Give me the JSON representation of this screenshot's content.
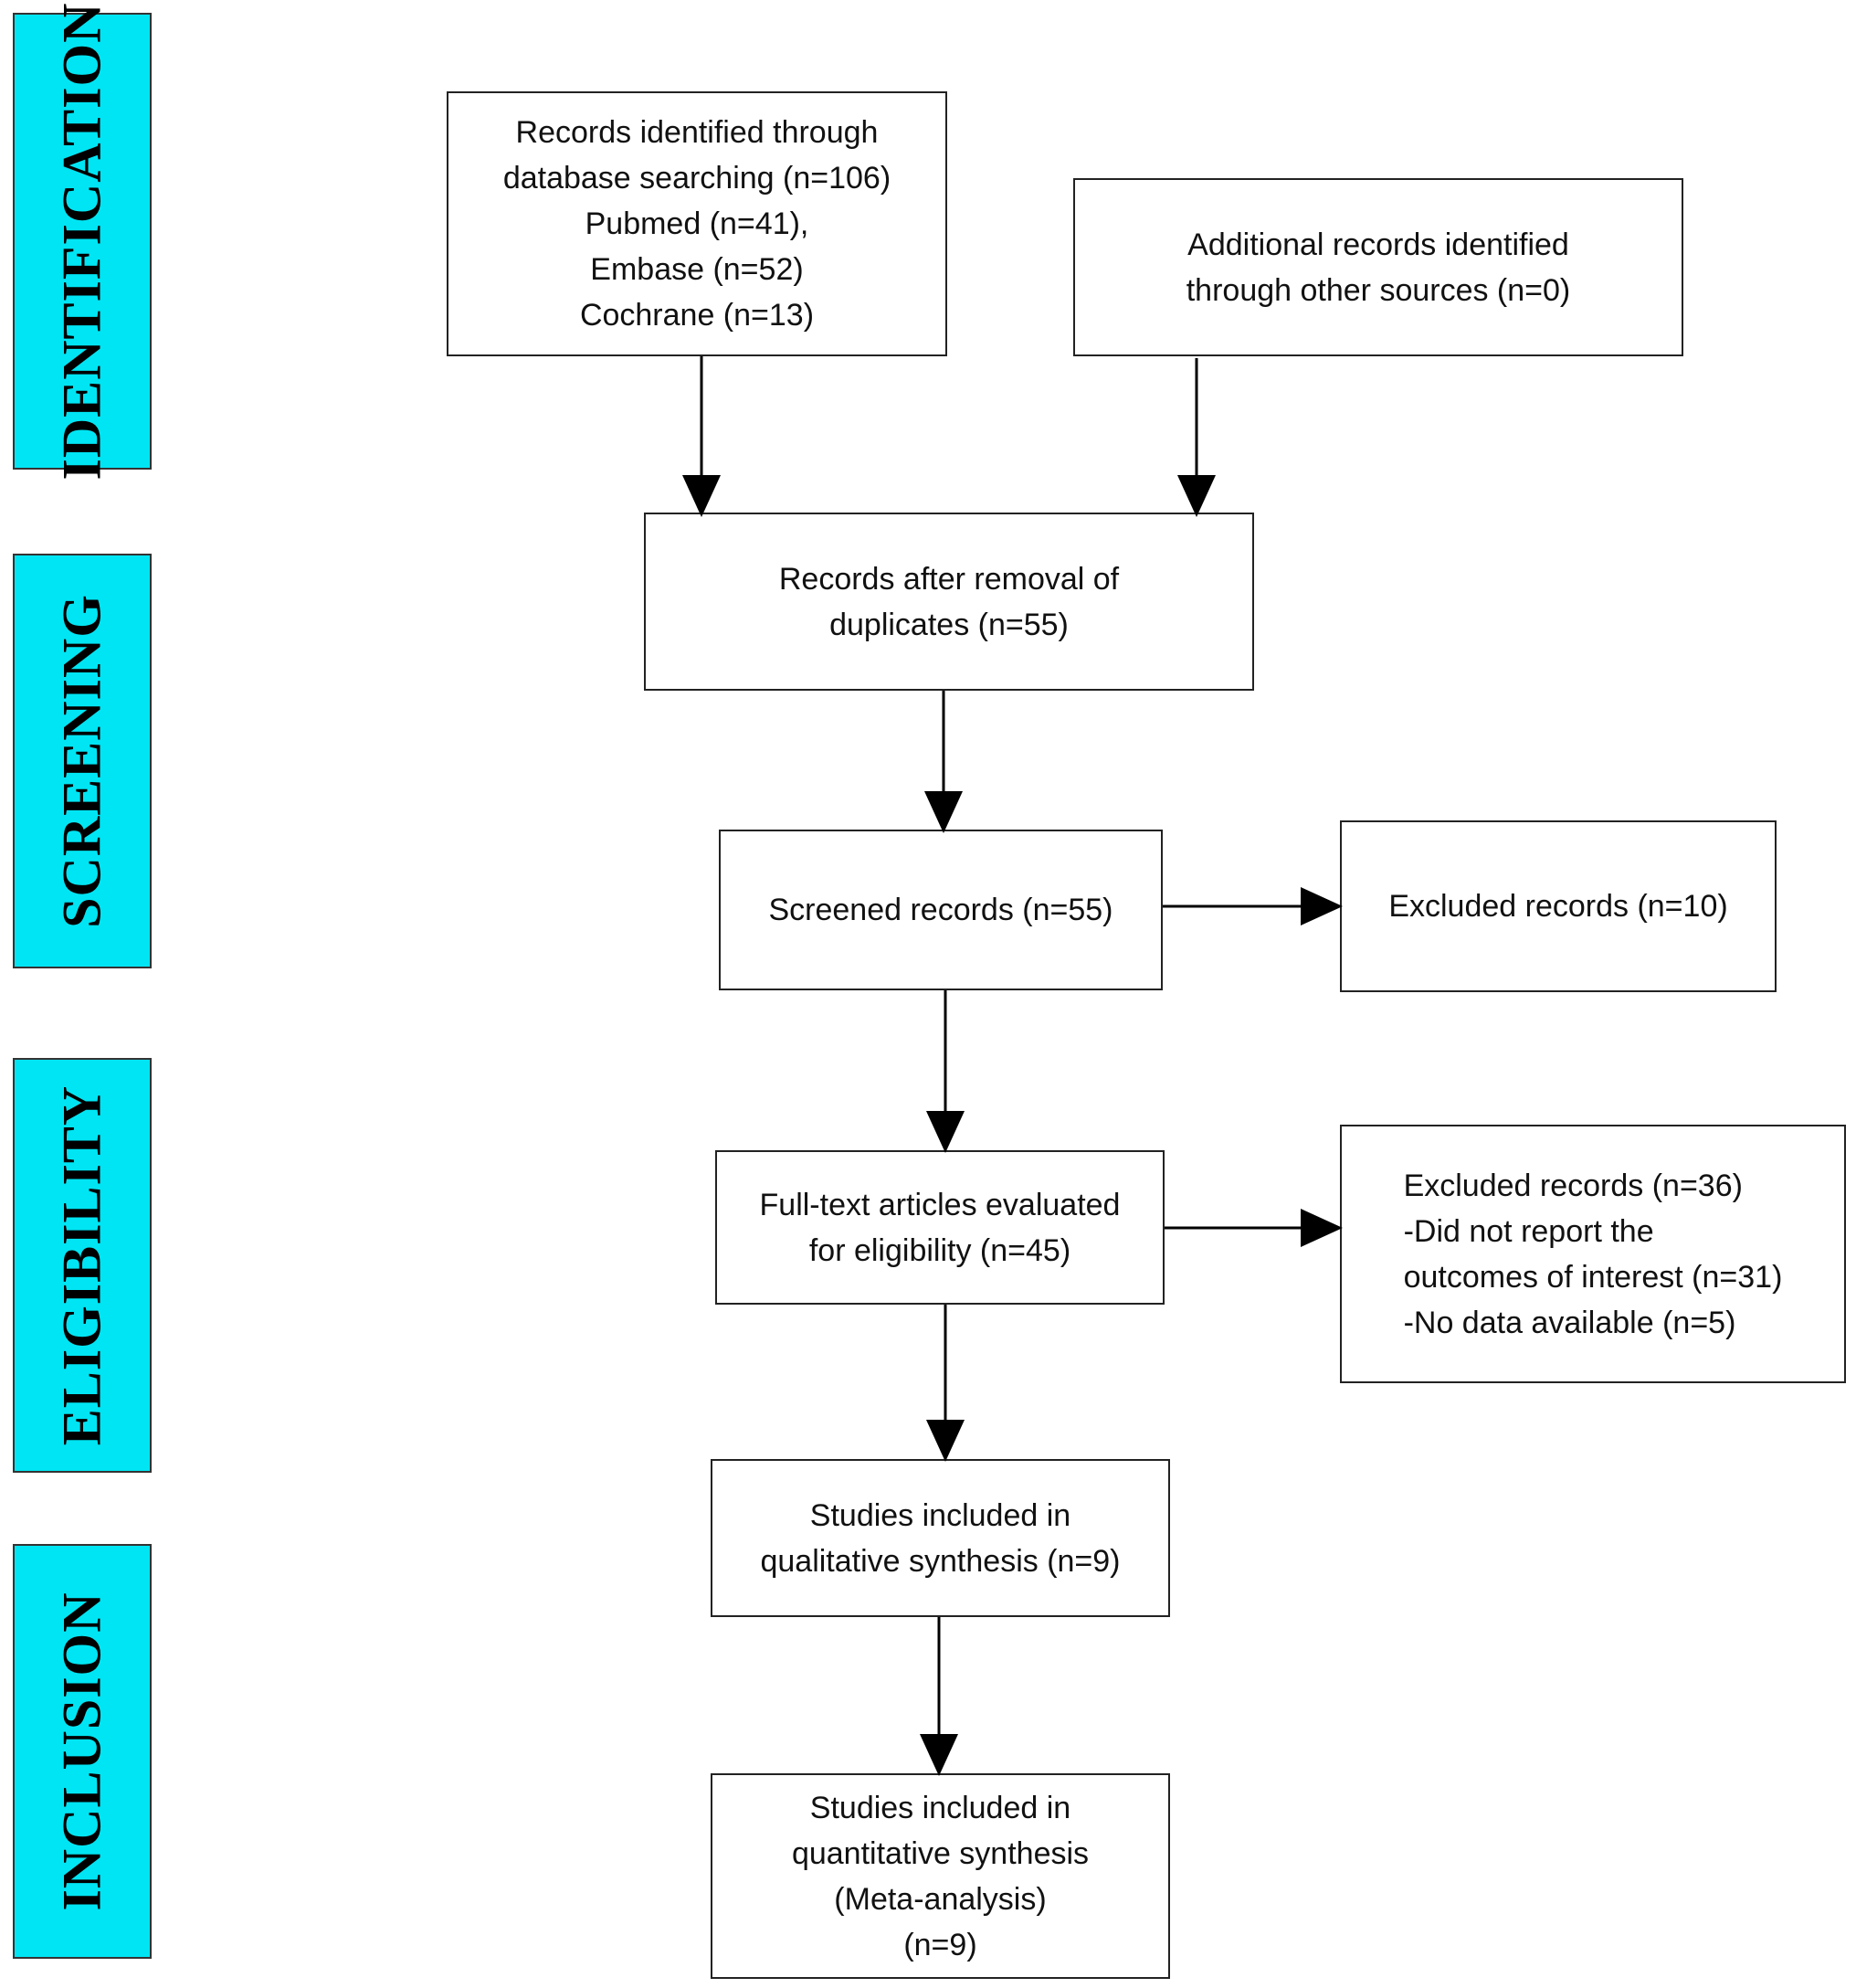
{
  "phases": {
    "identification": "IDENTIFICATION",
    "screening": "SCREENING",
    "eligibility": "ELIGIBILITY",
    "inclusion": "INCLUSION"
  },
  "boxes": {
    "database": [
      "Records identified through",
      "database searching (n=106)",
      "Pubmed (n=41),",
      "Embase (n=52)",
      "Cochrane (n=13)"
    ],
    "other_sources": [
      "Additional records identified",
      "through other sources (n=0)"
    ],
    "after_duplicates": [
      "Records after removal of",
      "duplicates (n=55)"
    ],
    "screened": [
      "Screened records (n=55)"
    ],
    "excluded_screen": [
      "Excluded records (n=10)"
    ],
    "fulltext": [
      "Full-text articles evaluated",
      "for eligibility (n=45)"
    ],
    "excluded_fulltext": [
      "Excluded records (n=36)",
      "-Did not report the",
      "outcomes of interest (n=31)",
      "-No data available (n=5)"
    ],
    "qualitative": [
      "Studies included in",
      "qualitative synthesis (n=9)"
    ],
    "quantitative": [
      "Studies included in",
      "quantitative synthesis",
      "(Meta-analysis)",
      "(n=9)"
    ]
  },
  "colors": {
    "phase_fill": "#00e5f3",
    "border": "#222222",
    "arrow": "#000000"
  }
}
